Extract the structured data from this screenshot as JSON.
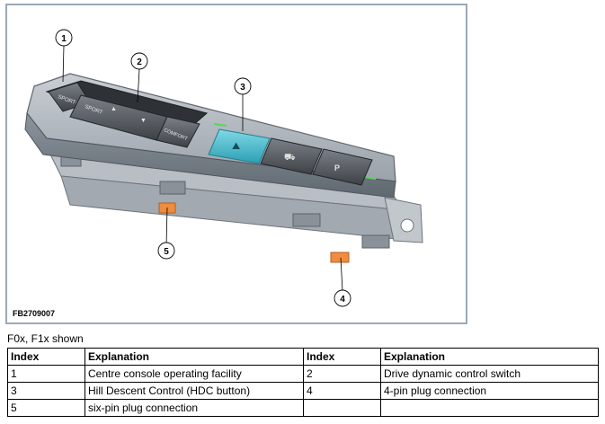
{
  "figure": {
    "code": "FB2709007",
    "button_labels": {
      "sport_plus": "SPORT+",
      "sport": "SPORT",
      "comfort": "COMFORT"
    },
    "callouts": [
      "1",
      "2",
      "3",
      "4",
      "5"
    ],
    "colors": {
      "hdc_button": "#49bfd0",
      "plug": "#f08c3c",
      "callout_fill": "#ffffff",
      "frame": "#9aa9b9"
    }
  },
  "caption": "F0x, F1x shown",
  "legend": {
    "headers": [
      "Index",
      "Explanation",
      "Index",
      "Explanation"
    ],
    "rows": [
      [
        "1",
        "Centre console operating facility",
        "2",
        "Drive dynamic control switch"
      ],
      [
        "3",
        "Hill Descent Control (HDC button)",
        "4",
        "4-pin plug connection"
      ],
      [
        "5",
        "six-pin plug connection",
        "",
        ""
      ]
    ]
  }
}
